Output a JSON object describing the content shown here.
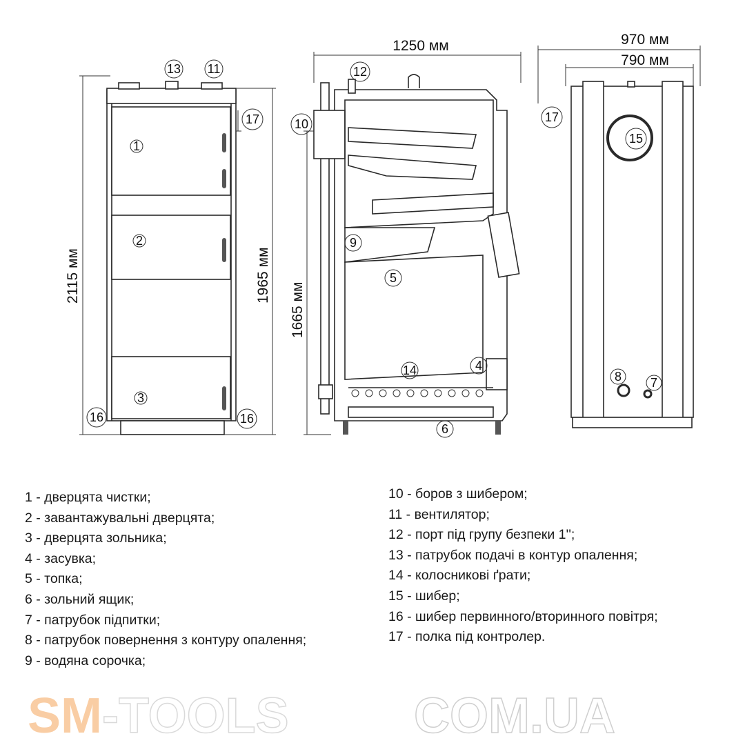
{
  "dimensions": {
    "front_height_total": "2115 мм",
    "front_height_body": "1965 мм",
    "side_depth": "1250 мм",
    "side_height_flue": "1665 мм",
    "rear_width_total": "970 мм",
    "rear_width_body": "790 мм"
  },
  "callouts": {
    "c1": "1",
    "c2": "2",
    "c3": "3",
    "c4": "4",
    "c5": "5",
    "c6": "6",
    "c7": "7",
    "c8": "8",
    "c9": "9",
    "c10": "10",
    "c11": "11",
    "c12": "12",
    "c13": "13",
    "c14": "14",
    "c15": "15",
    "c16": "16",
    "c17": "17"
  },
  "legend_left": [
    "1 - дверцята чистки;",
    "2 - завантажувальні дверцята;",
    "3 - дверцята зольника;",
    "4 - засувка;",
    "5 - топка;",
    "6 - зольний ящик;",
    "7 - патрубок підпитки;",
    "8 - патрубок повернення з контуру опалення;",
    "9 - водяна сорочка;"
  ],
  "legend_right": [
    "10 - боров з шибером;",
    "11 - вентилятор;",
    "12 - порт під групу безпеки 1'';",
    "13 - патрубок подачі в контур опалення;",
    "14 - колосникові ґрати;",
    "15 - шибер;",
    "16 - шибер первинного/вторинного повітря;",
    "17 -  полка під контролер."
  ],
  "watermark": {
    "line1_accent": "SM",
    "line1_rest": "-TOOLS",
    "line2": "COM.UA",
    "accent_color": "#f5a55a"
  }
}
